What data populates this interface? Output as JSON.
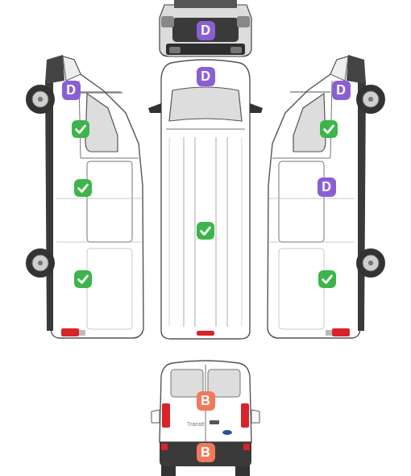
{
  "diagram": {
    "nodes": [
      {
        "text": [
          "D"
        ]
      },
      {
        "text": [
          "D"
        ]
      },
      {
        "text": [
          "D"
        ]
      },
      {
        "text": [
          "D"
        ]
      },
      {
        "text": [
          "D"
        ]
      },
      {
        "text": [
          "B"
        ]
      },
      {
        "text": [
          "B"
        ]
      }
    ],
    "labels": [
      "Transit"
    ]
  }
}
